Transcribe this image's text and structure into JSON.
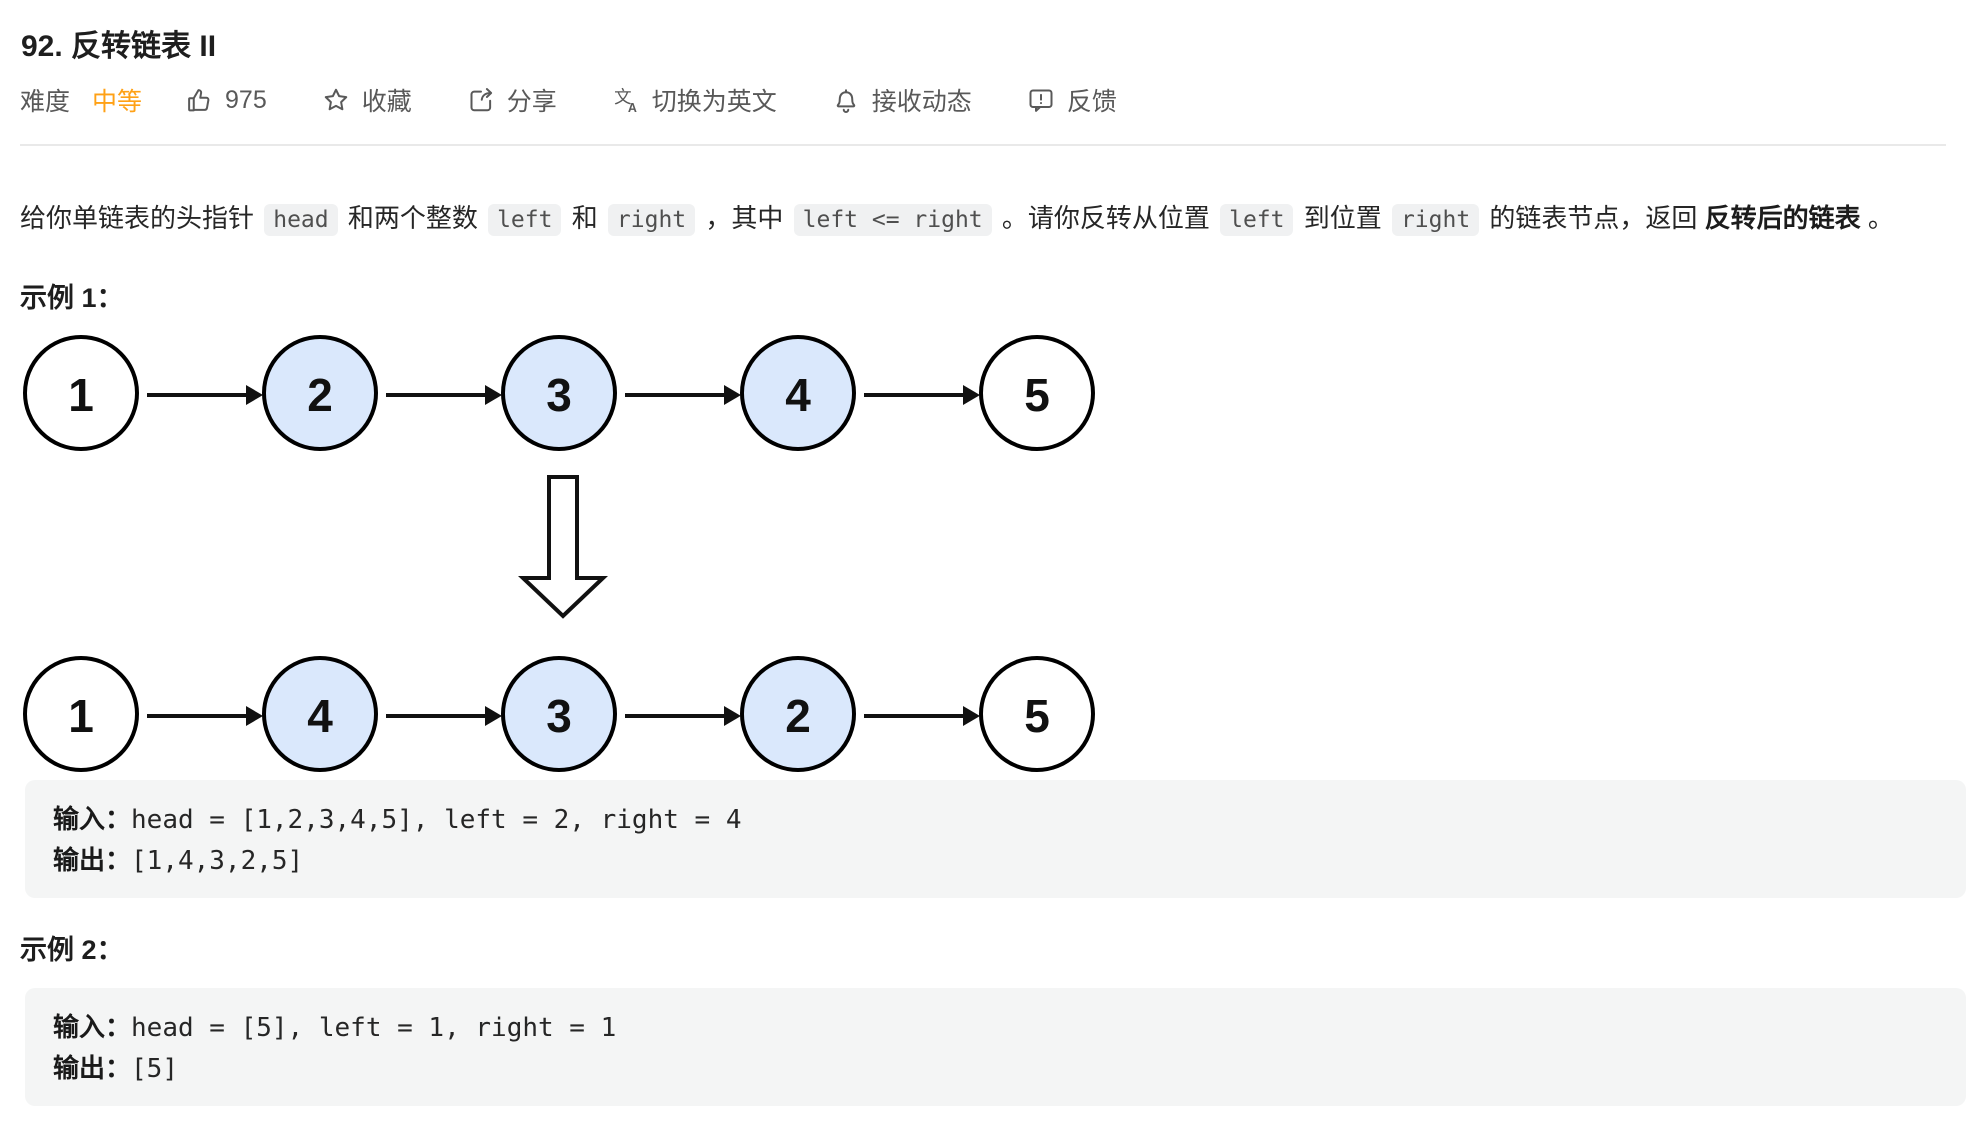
{
  "header": {
    "title": "92. 反转链表 II"
  },
  "meta": {
    "difficulty_label": "难度",
    "difficulty_value": "中等",
    "likes_count": "975",
    "favorite_label": "收藏",
    "share_label": "分享",
    "language_label": "切换为英文",
    "subscribe_label": "接收动态",
    "feedback_label": "反馈"
  },
  "description": {
    "segments": [
      {
        "type": "text",
        "text": "给你单链表的头指针 "
      },
      {
        "type": "code",
        "text": "head"
      },
      {
        "type": "text",
        "text": " 和两个整数 "
      },
      {
        "type": "code",
        "text": "left"
      },
      {
        "type": "text",
        "text": " 和 "
      },
      {
        "type": "code",
        "text": "right"
      },
      {
        "type": "text",
        "text": " ，其中 "
      },
      {
        "type": "code",
        "text": "left <= right"
      },
      {
        "type": "text",
        "text": " 。请你反转从位置 "
      },
      {
        "type": "code",
        "text": "left"
      },
      {
        "type": "text",
        "text": " 到位置 "
      },
      {
        "type": "code",
        "text": "right"
      },
      {
        "type": "text",
        "text": " 的链表节点，返回 "
      },
      {
        "type": "bold",
        "text": "反转后的链表"
      },
      {
        "type": "text",
        "text": " 。"
      }
    ]
  },
  "examples": [
    {
      "heading": "示例 1：",
      "lines": [
        {
          "label": "输入：",
          "code": "head = [1,2,3,4,5], left = 2, right = 4"
        },
        {
          "label": "输出：",
          "code": "[1,4,3,2,5]"
        }
      ]
    },
    {
      "heading": "示例 2：",
      "lines": [
        {
          "label": "输入：",
          "code": "head = [5], left = 1, right = 1"
        },
        {
          "label": "输出：",
          "code": "[5]"
        }
      ]
    }
  ],
  "diagram": {
    "rows": [
      {
        "values": [
          "1",
          "2",
          "3",
          "4",
          "5"
        ],
        "highlighted": [
          false,
          true,
          true,
          true,
          false
        ]
      },
      {
        "values": [
          "1",
          "4",
          "3",
          "2",
          "5"
        ],
        "highlighted": [
          false,
          true,
          true,
          true,
          false
        ]
      }
    ],
    "colors": {
      "highlight_fill": "#dae8fc",
      "default_fill": "#ffffff",
      "stroke": "#000000"
    }
  },
  "colors": {
    "difficulty_medium": "#ffa116",
    "meta_text": "#595959",
    "divider": "#e9e9e9",
    "code_block_bg": "#f4f5f5",
    "inline_code_bg": "#f0f1f2"
  }
}
